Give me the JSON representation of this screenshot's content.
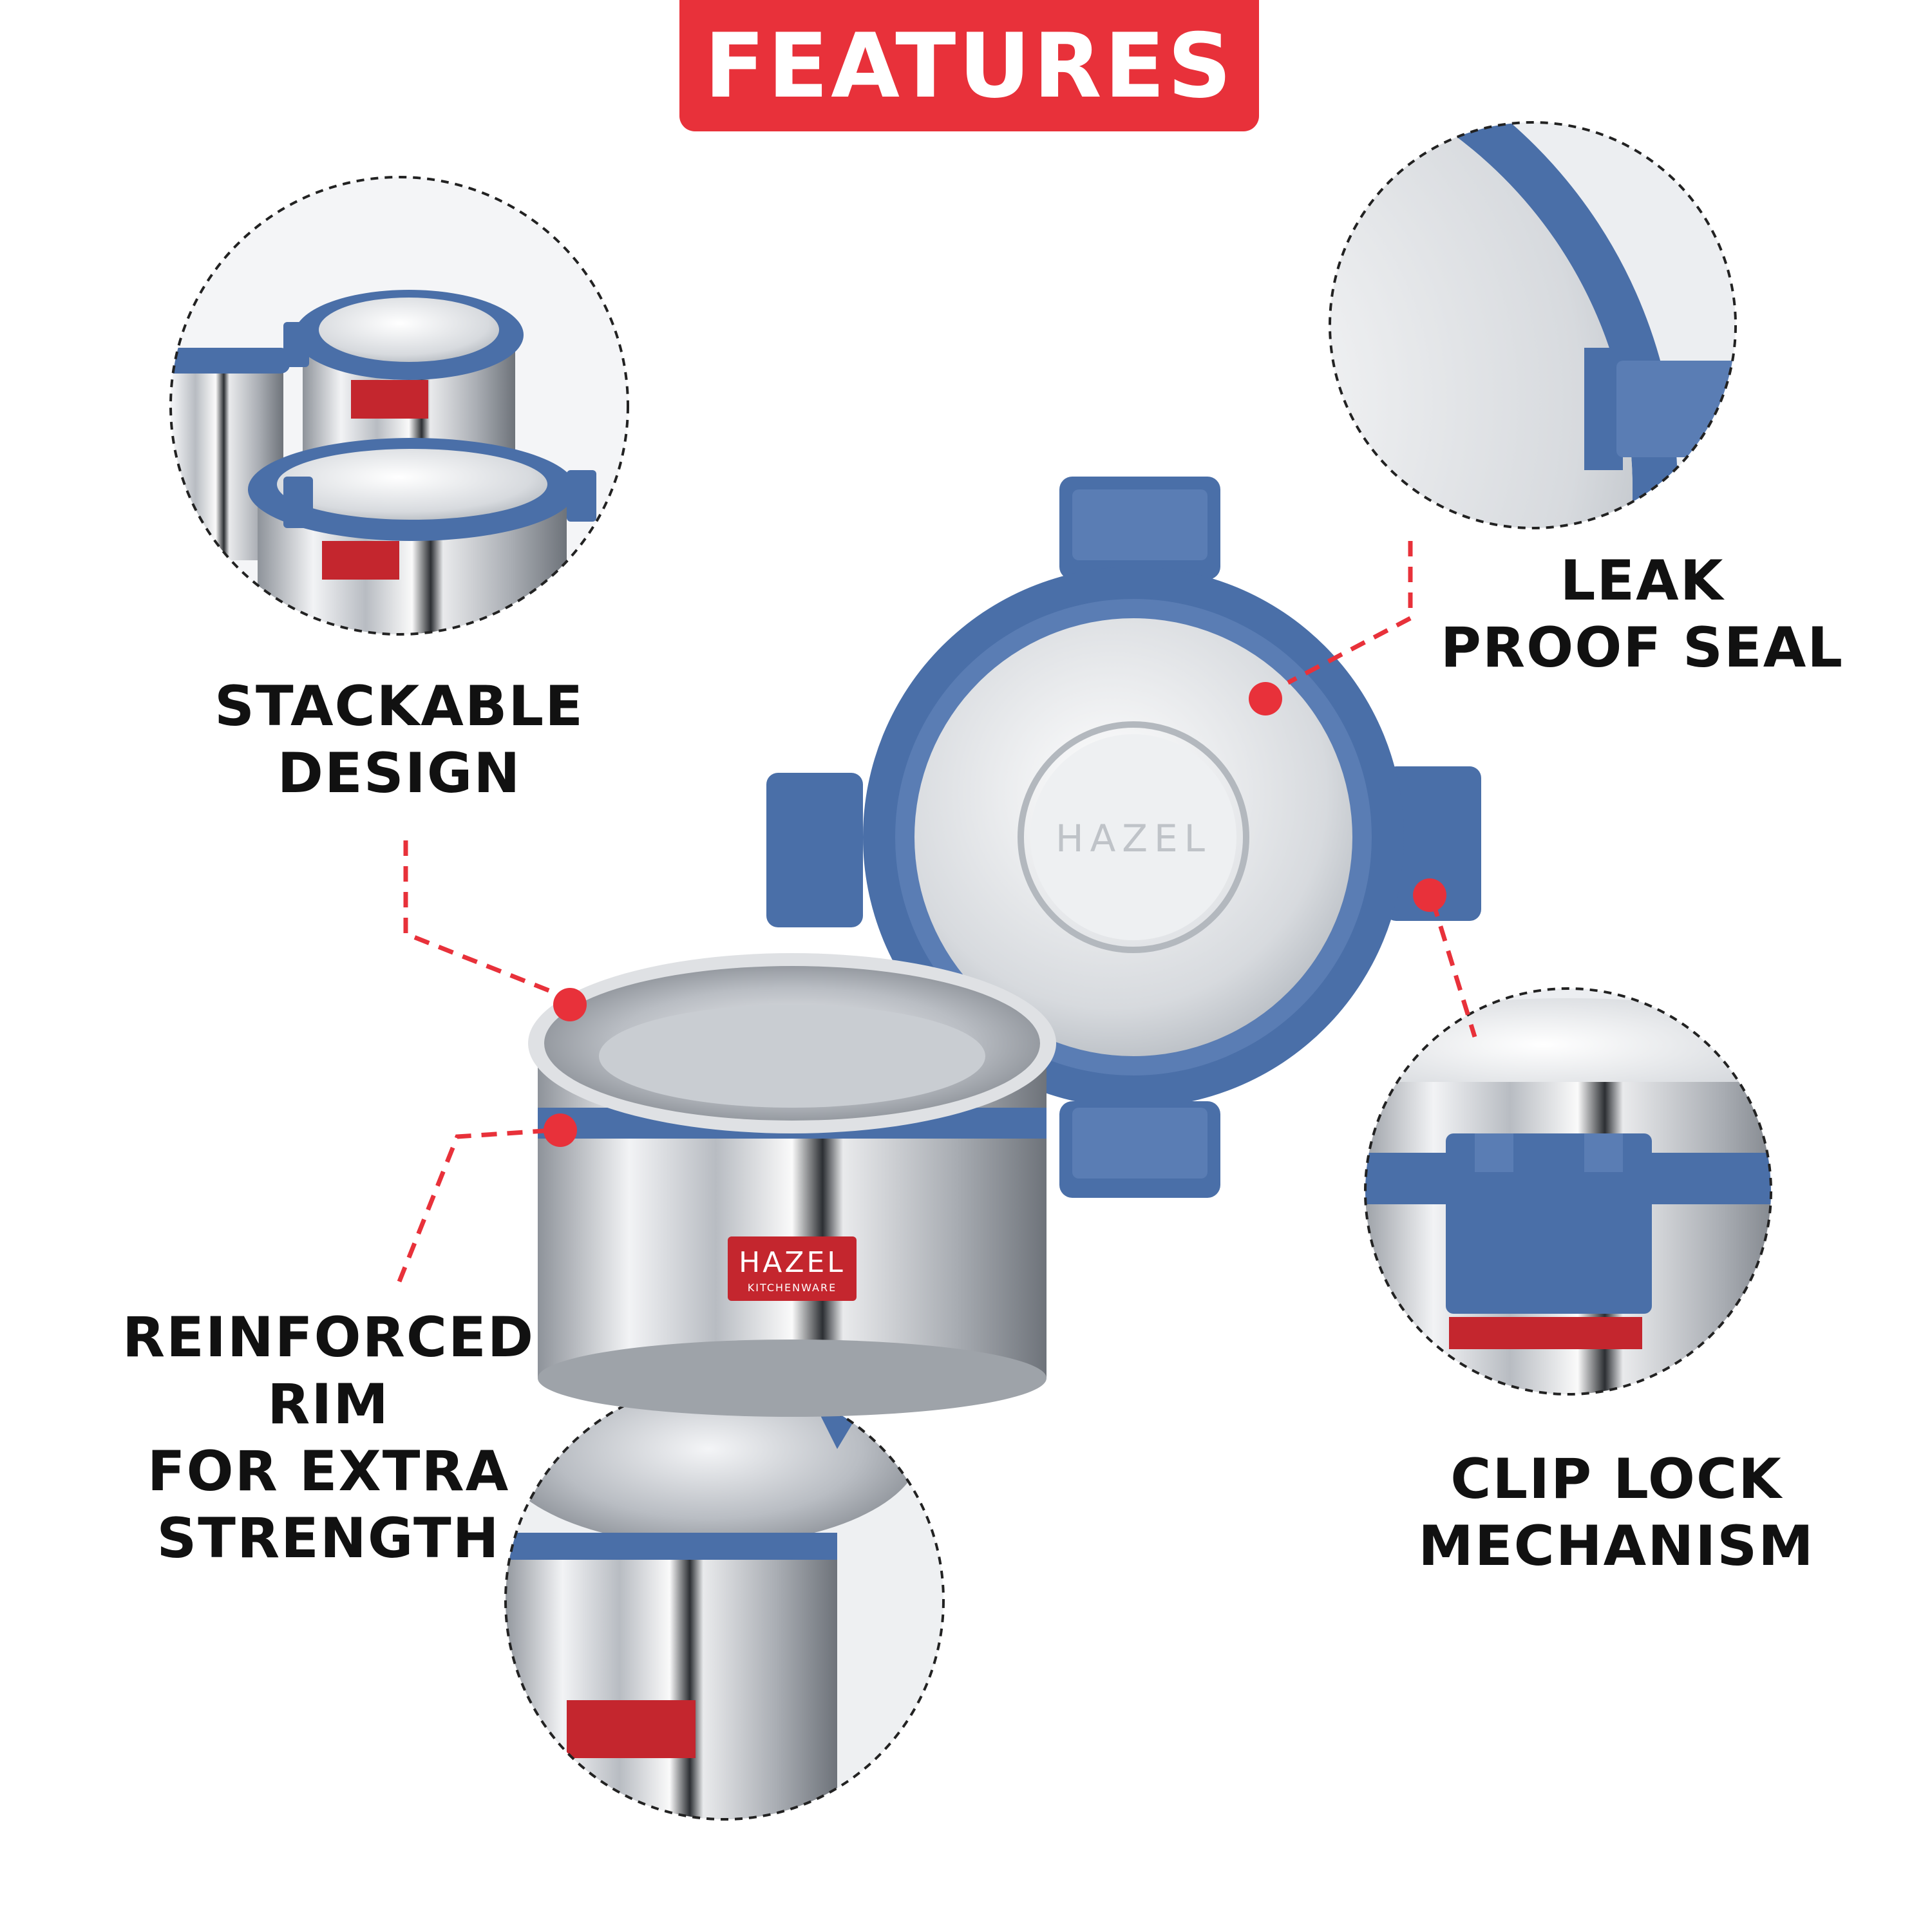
{
  "banner": {
    "title": "FEATURES"
  },
  "features": {
    "stackable": {
      "lines": [
        "STACKABLE",
        "DESIGN"
      ]
    },
    "leak": {
      "lines": [
        "LEAK",
        "PROOF SEAL"
      ]
    },
    "rim": {
      "lines": [
        "REINFORCED",
        "RIM",
        "FOR EXTRA",
        "STRENGTH"
      ]
    },
    "clip": {
      "lines": [
        "CLIP LOCK",
        "MECHANISM"
      ]
    }
  },
  "brand": {
    "name": "HAZEL",
    "tagline": "KITCHENWARE"
  },
  "colors": {
    "accent_red": "#e8313a",
    "lid_blue": "#4a6fa8",
    "steel": "#c9ccd1",
    "text": "#111111"
  },
  "icons": [
    "stacked-containers-icon",
    "lid-seal-icon",
    "container-rim-icon",
    "clip-lock-icon",
    "callout-dot-icon"
  ]
}
